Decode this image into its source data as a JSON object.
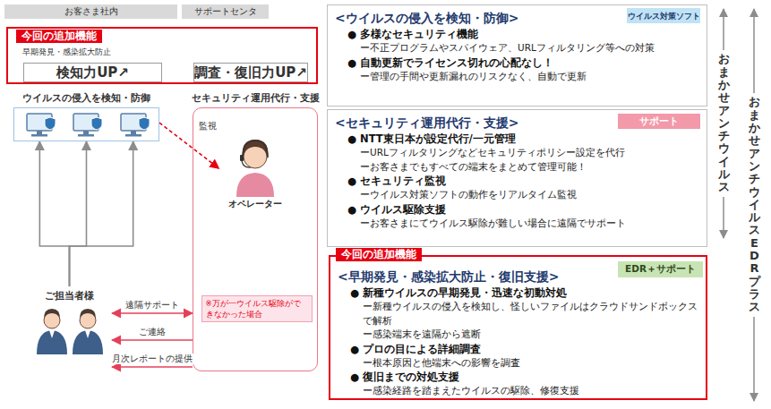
{
  "diagram": {
    "nodes": [
      {
        "text": [
          "お客さま社内"
        ]
      },
      {
        "text": [
          "サポートセンタ"
        ]
      },
      {
        "text": [
          "今回の追加機能",
          "早期発見・感染拡大防止"
        ]
      },
      {
        "text": [
          "検知力UP↗"
        ],
        "in": 2
      },
      {
        "text": [
          "調査・復旧力UP↗"
        ],
        "in": 2
      },
      {
        "text": [
          "ウイルスの侵入を検知・防御"
        ]
      },
      {
        "text": [
          "セキュリティ運用代行・支援"
        ]
      },
      {
        "text": [
          "オペレーター"
        ],
        "in": 6
      },
      {
        "text": [
          "※万が一ウイルス駆除ができなかった場合"
        ],
        "in": 6
      },
      {
        "text": [
          "ご担当者様"
        ]
      },
      {
        "text": [
          "<ウイルスの侵入を検知・防御>",
          "● 多様なセキュリティ機能",
          "ー不正プログラムやスパイウェア、URLフィルタリング等への対策",
          "● 自動更新でライセンス切れの心配なし！",
          "ー管理の手間や更新漏れのリスクなく、自動で更新"
        ]
      },
      {
        "text": [
          "ウイルス対策ソフト"
        ],
        "in": 10
      },
      {
        "text": [
          "<セキュリティ運用代行・支援>",
          "● NTT東日本が設定代行/一元管理",
          "ーURLフィルタリングなどセキュリティポリシー設定を代行",
          "ーお客さまでもすべての端末をまとめて管理可能！",
          "● セキュリティ監視",
          "ーウイルス対策ソフトの動作をリアルタイム監視",
          "● ウイルス駆除支援",
          "ーお客さまにてウイルス駆除が難しい場合に遠隔でサポート"
        ]
      },
      {
        "text": [
          "サポート"
        ],
        "in": 12
      },
      {
        "text": [
          "今回の追加機能",
          "<早期発見・感染拡大防止・復旧支援>",
          "● 新種ウイルスの早期発見・迅速な初動対処",
          "ー新種ウイルスの侵入を検知し、怪しいファイルはクラウドサンドボックスで解析",
          "ー感染端末を遠隔から遮断",
          "● プロの目による詳細調査",
          "ー根本原因と他端末への影響を調査",
          "● 復旧までの対処支援",
          "ー感染経路を踏まえたウイルスの駆除、修復支援"
        ]
      },
      {
        "text": [
          "EDR＋サポート"
        ],
        "in": 14
      }
    ],
    "edges": [
      {
        "from": 5,
        "to": 7,
        "label": "監視",
        "arrow": "to"
      },
      {
        "from": 6,
        "to": 9,
        "label": "遠隔サポート",
        "arrow": "both"
      },
      {
        "from": 6,
        "to": 9,
        "label": "ご連絡",
        "arrow": "to"
      },
      {
        "from": 6,
        "to": 9,
        "label": "月次レポートの提供",
        "arrow": "to"
      },
      {
        "from": 9,
        "to": 5,
        "arrow": "to"
      }
    ],
    "labels": [
      "おまかせアンチウイルス",
      "おまかせアンチウイルスEDRプラス"
    ]
  }
}
